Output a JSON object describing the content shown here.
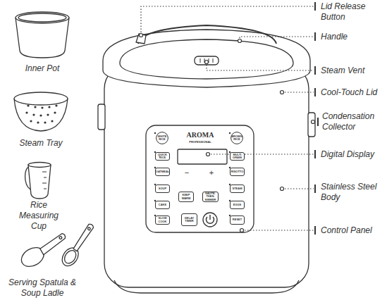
{
  "diagram": {
    "nodes": [
      {
        "text": [
          "WHITE RICE"
        ]
      },
      {
        "text": [
          "BROWN RICE"
        ]
      },
      {
        "text": [
          "QUICK RICE"
        ]
      },
      {
        "text": [
          "MULTI GRAIN"
        ]
      },
      {
        "text": [
          "OATMEAL"
        ]
      },
      {
        "text": [
          "RISOTTO"
        ]
      },
      {
        "text": [
          "SOUP"
        ]
      },
      {
        "text": [
          "STEAM"
        ]
      },
      {
        "text": [
          "KEEP WARM"
        ]
      },
      {
        "text": [
          "SAUTÉ-THEN-SIMMER"
        ]
      },
      {
        "text": [
          "CAKE"
        ]
      },
      {
        "text": [
          "EGGS"
        ]
      },
      {
        "text": [
          "SLOW COOK"
        ]
      },
      {
        "text": [
          "DELAY TIMER"
        ]
      },
      {
        "text": [
          "RESET"
        ]
      }
    ],
    "labels": [
      "Lid Release Button",
      "Handle",
      "Steam Vent",
      "Cool-Touch Lid",
      "Condensation Collector",
      "Digital Display",
      "Stainless Steel Body",
      "Control Panel",
      "Inner Pot",
      "Steam Tray",
      "Rice Measuring Cup",
      "Serving Spatula & Soup Ladle",
      "AROMA",
      "PROFESSIONAL",
      "−",
      "+"
    ]
  }
}
